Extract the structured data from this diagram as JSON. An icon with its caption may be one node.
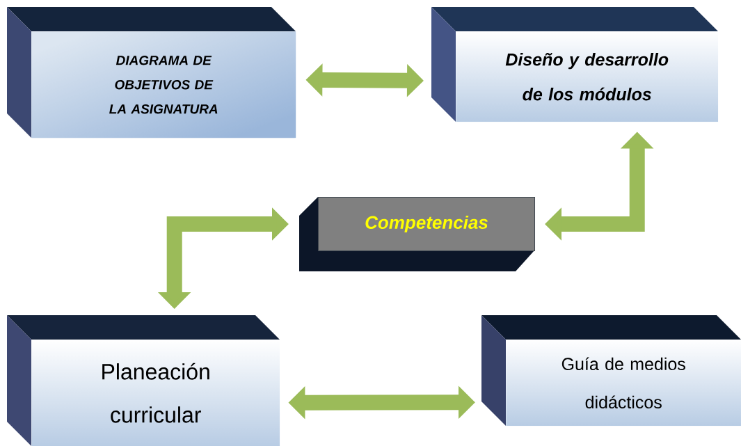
{
  "diagram": {
    "nodes": [
      {
        "text": [
          "DIAGRAMA DE OBJETIVOS DE LA ASIGNATURA"
        ]
      },
      {
        "text": [
          "Diseño y desarrollo de los módulos"
        ]
      },
      {
        "text": [
          "Competencias"
        ]
      },
      {
        "text": [
          "Planeación curricular"
        ]
      },
      {
        "text": [
          "Guía de medios didácticos"
        ]
      }
    ],
    "edges": [
      {
        "from": 0,
        "to": 1,
        "arrow": "both"
      },
      {
        "from": 1,
        "to": 2,
        "arrow": "both"
      },
      {
        "from": 2,
        "to": 3,
        "arrow": "both"
      },
      {
        "from": 3,
        "to": 4,
        "arrow": "both"
      }
    ]
  }
}
